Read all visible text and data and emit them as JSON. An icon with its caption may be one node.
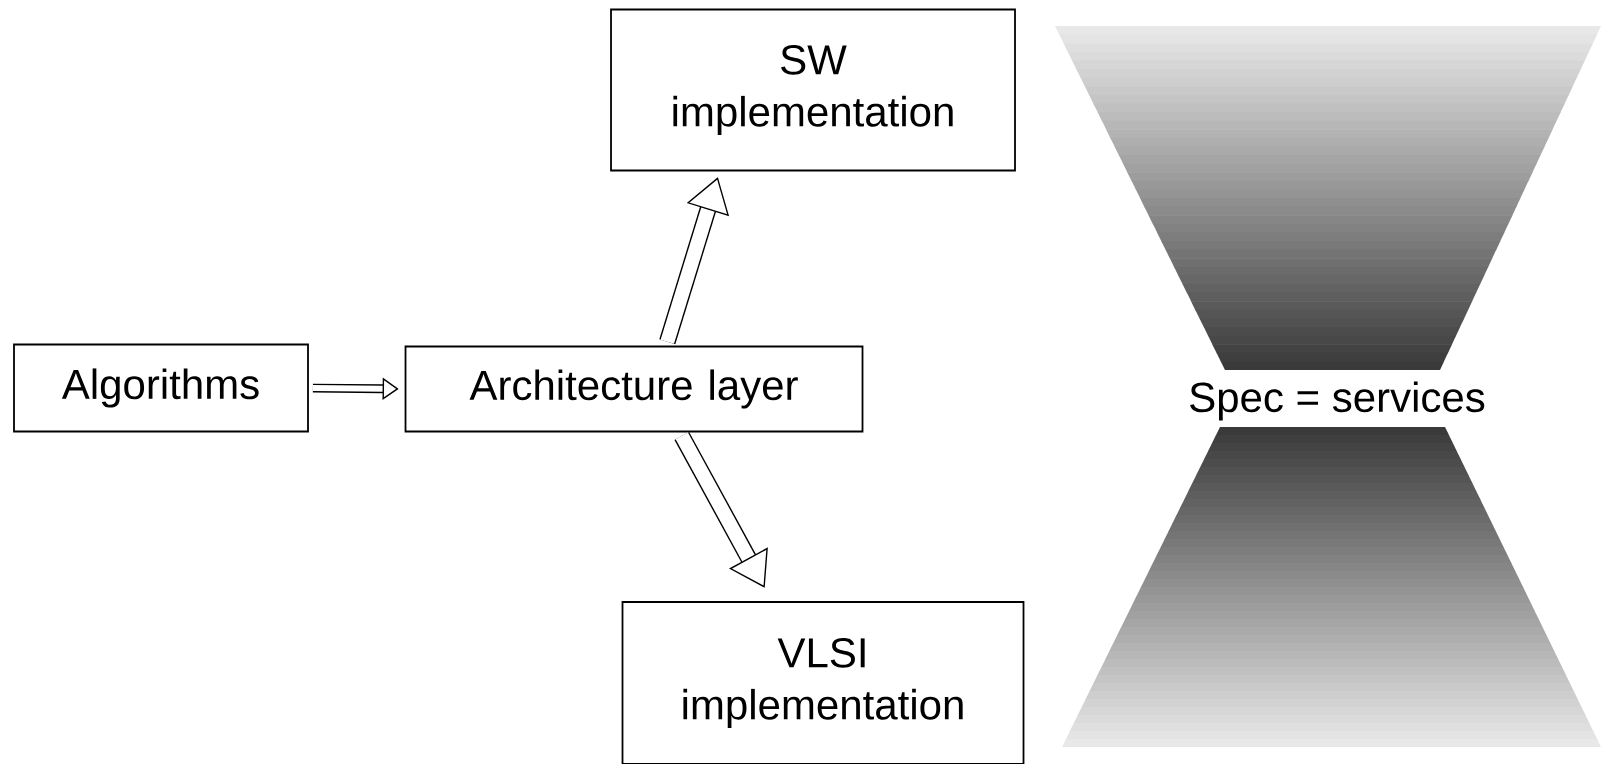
{
  "diagram": {
    "nodes": [
      {
        "text": [
          "Algorithms"
        ]
      },
      {
        "text": [
          "Architecture layer"
        ]
      },
      {
        "text": [
          "SW implementation"
        ]
      },
      {
        "text": [
          "VLSI implementation"
        ]
      }
    ],
    "edges": [
      {
        "from": 0,
        "to": 1,
        "arrow": "to"
      },
      {
        "from": 1,
        "to": 2,
        "arrow": "to"
      },
      {
        "from": 1,
        "to": 3,
        "arrow": "to"
      }
    ],
    "labels": [
      "Spec = services"
    ]
  }
}
